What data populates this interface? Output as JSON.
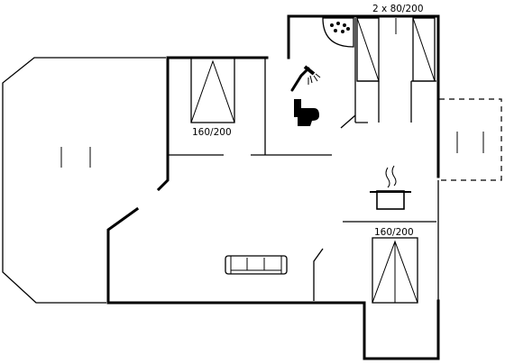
{
  "labels": {
    "top_beds": "2 x 80/200",
    "middle_bed": "160/200",
    "lower_right_bed": "160/200"
  }
}
